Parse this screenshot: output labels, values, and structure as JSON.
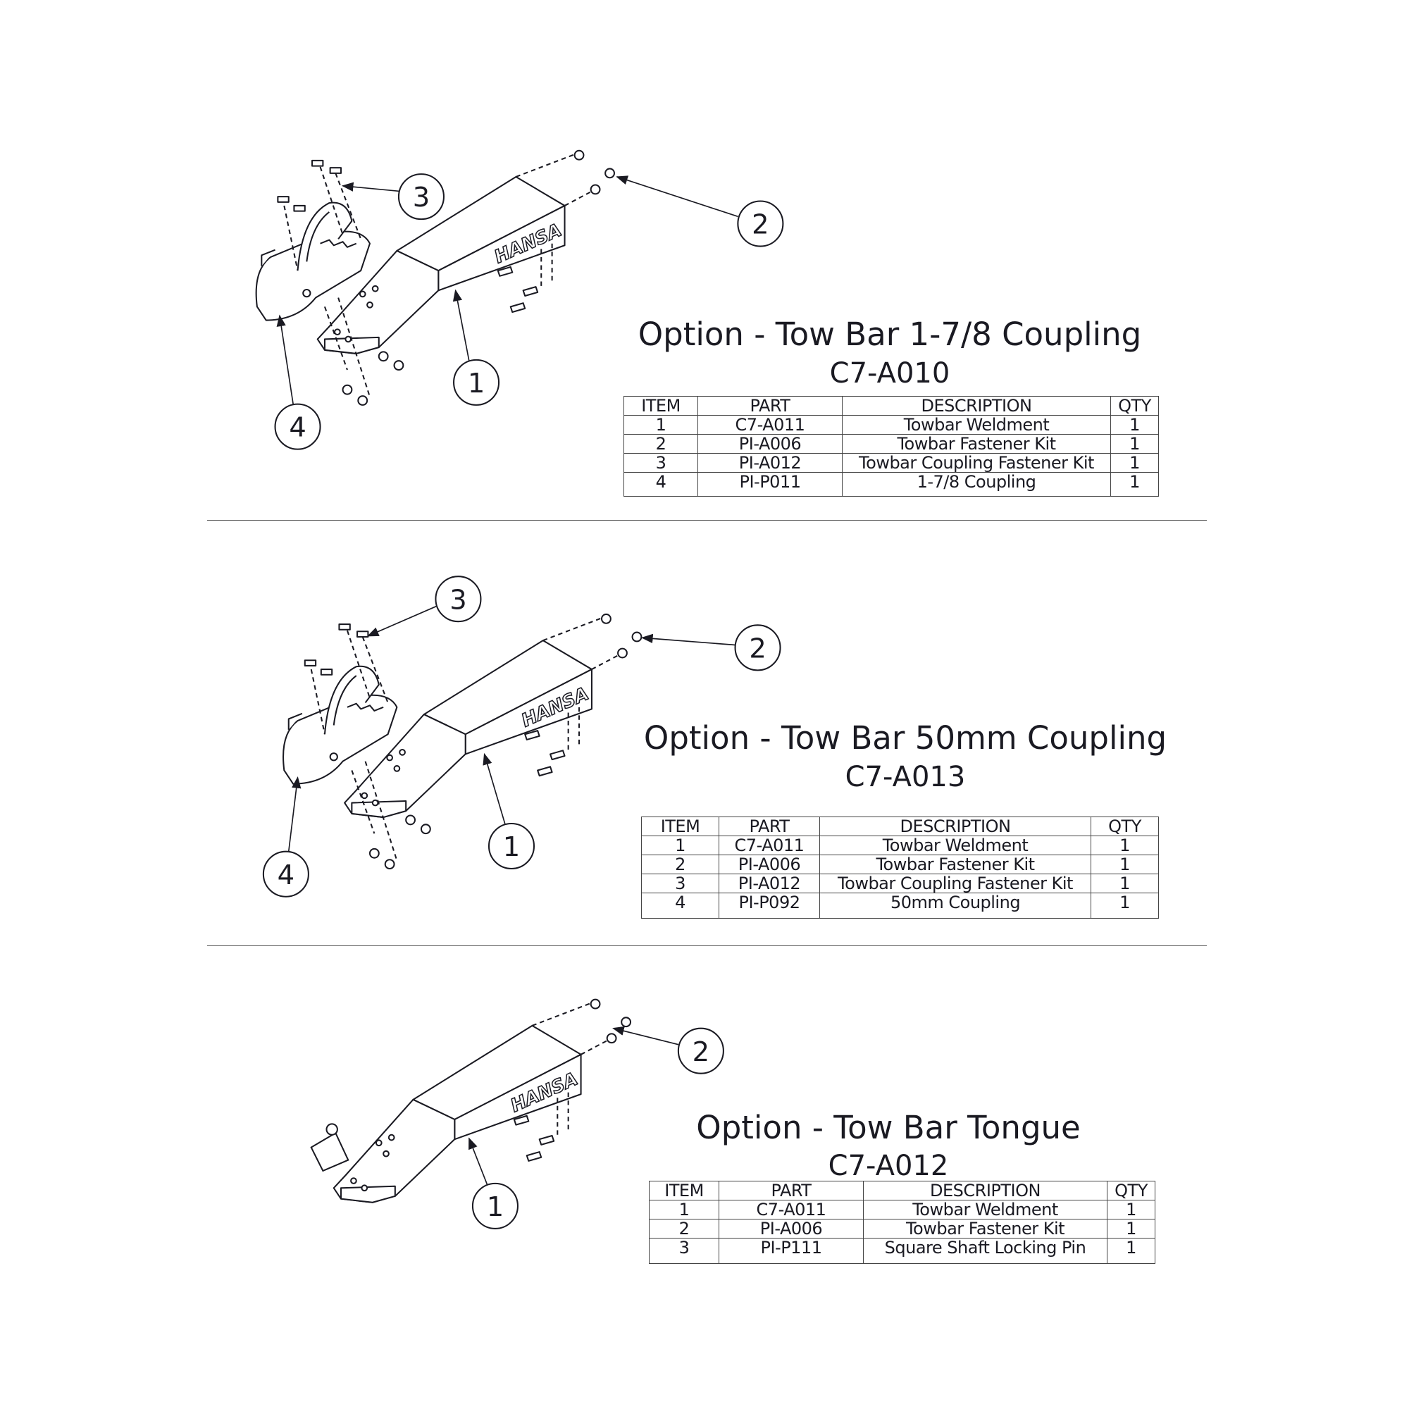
{
  "sections": [
    {
      "title": "Option - Tow Bar 1-7/8 Coupling",
      "part_number": "C7-A010",
      "headers": [
        "ITEM",
        "PART",
        "DESCRIPTION",
        "QTY"
      ],
      "rows": [
        [
          "1",
          "C7-A011",
          "Towbar Weldment",
          "1"
        ],
        [
          "2",
          "PI-A006",
          "Towbar Fastener Kit",
          "1"
        ],
        [
          "3",
          "PI-A012",
          "Towbar Coupling Fastener Kit",
          "1"
        ],
        [
          "4",
          "PI-P011",
          "1-7/8 Coupling",
          "1"
        ]
      ],
      "callouts": [
        "1",
        "2",
        "3",
        "4"
      ]
    },
    {
      "title": "Option - Tow Bar 50mm Coupling",
      "part_number": "C7-A013",
      "headers": [
        "ITEM",
        "PART",
        "DESCRIPTION",
        "QTY"
      ],
      "rows": [
        [
          "1",
          "C7-A011",
          "Towbar Weldment",
          "1"
        ],
        [
          "2",
          "PI-A006",
          "Towbar Fastener Kit",
          "1"
        ],
        [
          "3",
          "PI-A012",
          "Towbar Coupling Fastener Kit",
          "1"
        ],
        [
          "4",
          "PI-P092",
          "50mm Coupling",
          "1"
        ]
      ],
      "callouts": [
        "1",
        "2",
        "3",
        "4"
      ]
    },
    {
      "title": "Option - Tow Bar Tongue",
      "part_number": "C7-A012",
      "headers": [
        "ITEM",
        "PART",
        "DESCRIPTION",
        "QTY"
      ],
      "rows": [
        [
          "1",
          "C7-A011",
          "Towbar Weldment",
          "1"
        ],
        [
          "2",
          "PI-A006",
          "Towbar Fastener Kit",
          "1"
        ],
        [
          "3",
          "PI-P111",
          "Square Shaft Locking Pin",
          "1"
        ]
      ],
      "callouts": [
        "1",
        "2"
      ]
    }
  ],
  "brand_mark": "HANSA",
  "line_color": "#1a1a22"
}
